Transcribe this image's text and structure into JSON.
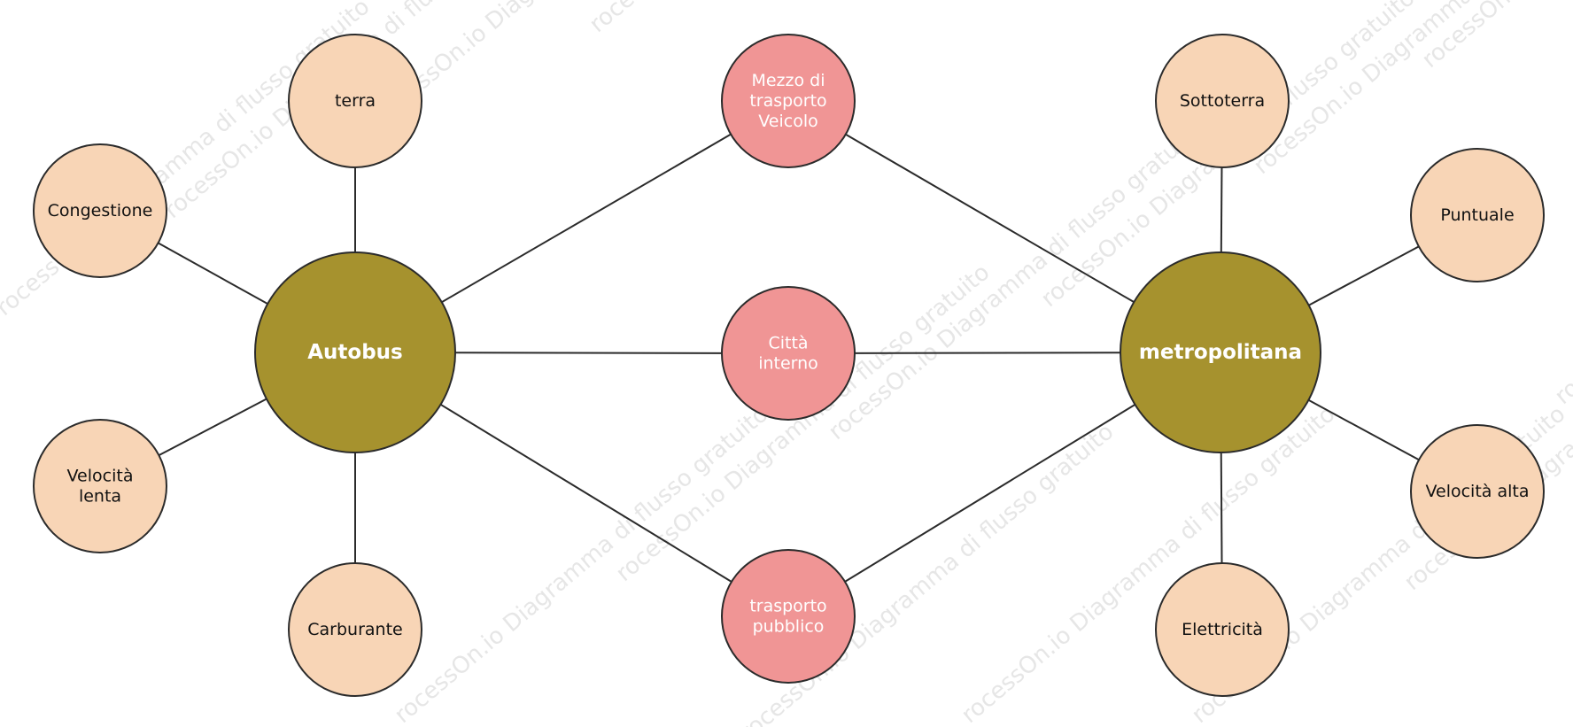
{
  "colors": {
    "hub": "#A6922E",
    "center": "#F09595",
    "leaf": "#F8D5B6",
    "stroke": "#2b2b2b",
    "hub_text": "#ffffff",
    "center_text": "#ffffff",
    "leaf_text": "#111111"
  },
  "watermark": "rocessOn.io Diagramma di flusso gratuito",
  "hubs": [
    {
      "id": "autobus",
      "label": "Autobus"
    },
    {
      "id": "metropolitana",
      "label": "metropolitana"
    }
  ],
  "center_nodes": [
    {
      "id": "mezzo",
      "lines": [
        "Mezzo di",
        "trasporto",
        "Veicolo"
      ]
    },
    {
      "id": "citta",
      "lines": [
        "Città",
        "interno"
      ]
    },
    {
      "id": "trasporto",
      "lines": [
        "trasporto",
        "pubblico"
      ]
    }
  ],
  "left_leaves": [
    {
      "id": "terra",
      "lines": [
        "terra"
      ]
    },
    {
      "id": "congestione",
      "lines": [
        "Congestione"
      ]
    },
    {
      "id": "velocita-lenta",
      "lines": [
        "Velocità",
        "lenta"
      ]
    },
    {
      "id": "carburante",
      "lines": [
        "Carburante"
      ]
    }
  ],
  "right_leaves": [
    {
      "id": "sottoterra",
      "lines": [
        "Sottoterra"
      ]
    },
    {
      "id": "puntuale",
      "lines": [
        "Puntuale"
      ]
    },
    {
      "id": "velocita-alta",
      "lines": [
        "Velocità alta"
      ]
    },
    {
      "id": "elettricita",
      "lines": [
        "Elettricità"
      ]
    }
  ]
}
